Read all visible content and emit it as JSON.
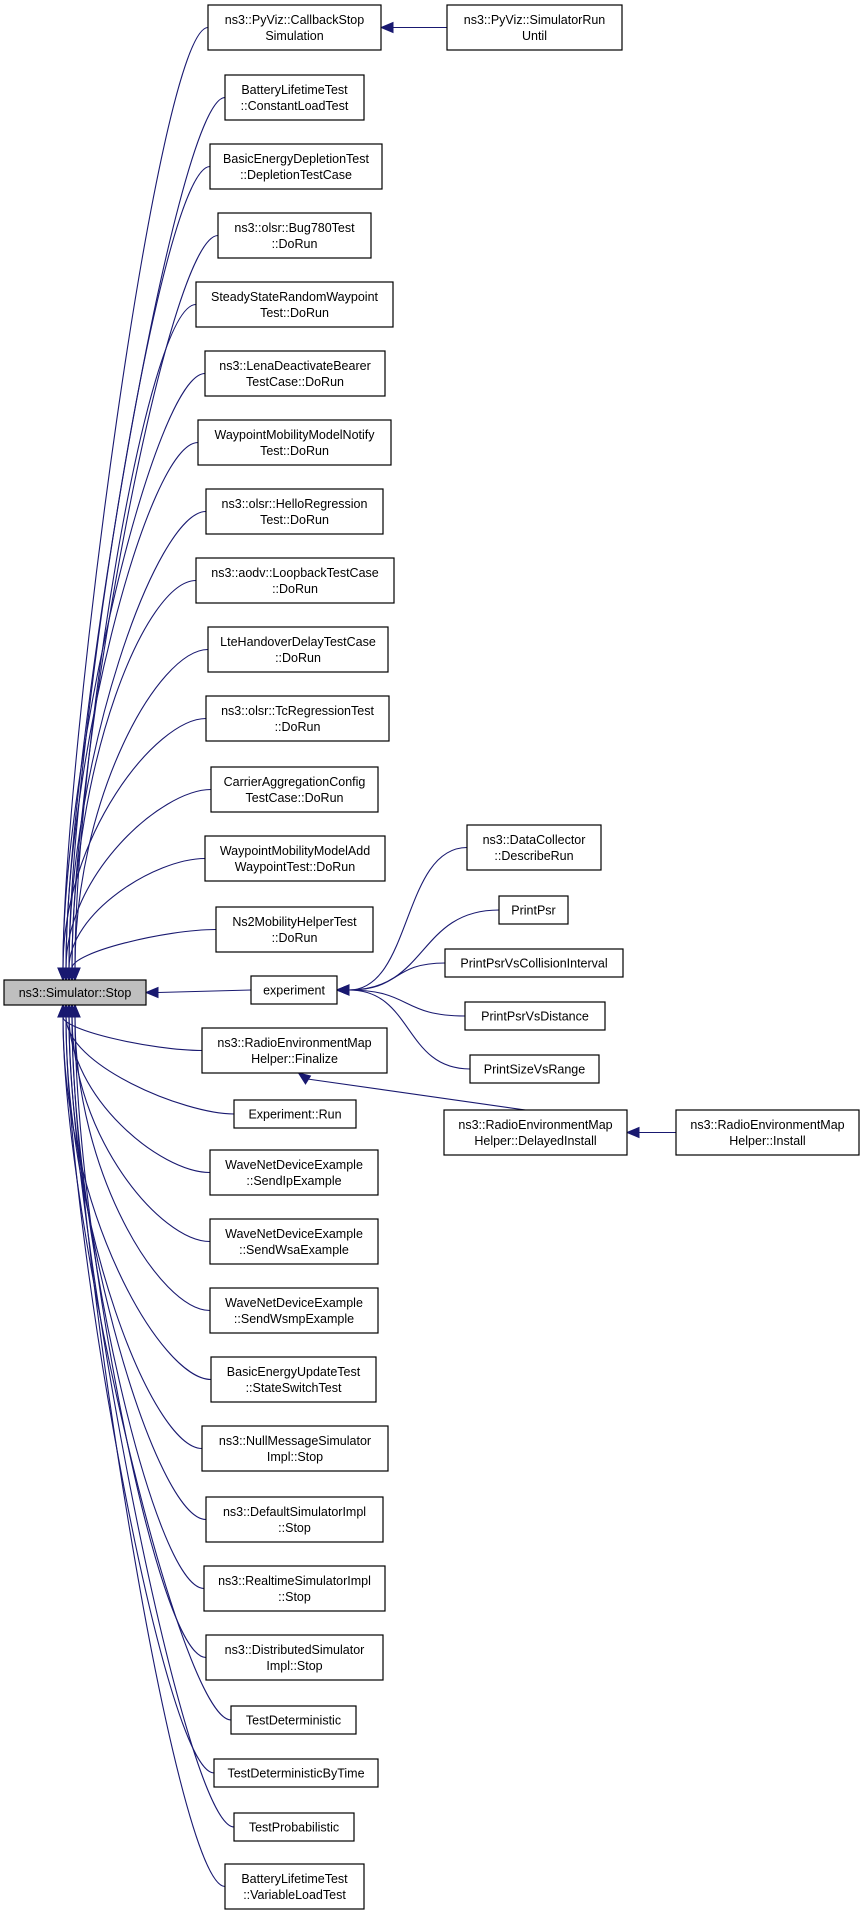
{
  "graph": {
    "nodes": [
      {
        "id": "stop",
        "lines": [
          "ns3::Simulator::Stop"
        ],
        "root": true
      },
      {
        "id": "pyviz_cb",
        "lines": [
          "ns3::PyViz::CallbackStop",
          "Simulation"
        ]
      },
      {
        "id": "pyviz_run",
        "lines": [
          "ns3::PyViz::SimulatorRun",
          "Until"
        ]
      },
      {
        "id": "battery_const",
        "lines": [
          "BatteryLifetimeTest",
          "::ConstantLoadTest"
        ]
      },
      {
        "id": "energy_depl",
        "lines": [
          "BasicEnergyDepletionTest",
          "::DepletionTestCase"
        ]
      },
      {
        "id": "olsr_bug780",
        "lines": [
          "ns3::olsr::Bug780Test",
          "::DoRun"
        ]
      },
      {
        "id": "steady_rwp",
        "lines": [
          "SteadyStateRandomWaypoint",
          "Test::DoRun"
        ]
      },
      {
        "id": "lena_deact",
        "lines": [
          "ns3::LenaDeactivateBearer",
          "TestCase::DoRun"
        ]
      },
      {
        "id": "wp_notify",
        "lines": [
          "WaypointMobilityModelNotify",
          "Test::DoRun"
        ]
      },
      {
        "id": "olsr_hello",
        "lines": [
          "ns3::olsr::HelloRegression",
          "Test::DoRun"
        ]
      },
      {
        "id": "aodv_loop",
        "lines": [
          "ns3::aodv::LoopbackTestCase",
          "::DoRun"
        ]
      },
      {
        "id": "lte_ho",
        "lines": [
          "LteHandoverDelayTestCase",
          "::DoRun"
        ]
      },
      {
        "id": "olsr_tc",
        "lines": [
          "ns3::olsr::TcRegressionTest",
          "::DoRun"
        ]
      },
      {
        "id": "carrier_agg",
        "lines": [
          "CarrierAggregationConfig",
          "TestCase::DoRun"
        ]
      },
      {
        "id": "wp_add",
        "lines": [
          "WaypointMobilityModelAdd",
          "WaypointTest::DoRun"
        ]
      },
      {
        "id": "ns2_mob",
        "lines": [
          "Ns2MobilityHelperTest",
          "::DoRun"
        ]
      },
      {
        "id": "experiment",
        "lines": [
          "experiment"
        ]
      },
      {
        "id": "dc_describe",
        "lines": [
          "ns3::DataCollector",
          "::DescribeRun"
        ]
      },
      {
        "id": "print_psr",
        "lines": [
          "PrintPsr"
        ]
      },
      {
        "id": "print_psr_ci",
        "lines": [
          "PrintPsrVsCollisionInterval"
        ]
      },
      {
        "id": "print_psr_dist",
        "lines": [
          "PrintPsrVsDistance"
        ]
      },
      {
        "id": "print_size",
        "lines": [
          "PrintSizeVsRange"
        ]
      },
      {
        "id": "rem_finalize",
        "lines": [
          "ns3::RadioEnvironmentMap",
          "Helper::Finalize"
        ]
      },
      {
        "id": "rem_delayed",
        "lines": [
          "ns3::RadioEnvironmentMap",
          "Helper::DelayedInstall"
        ]
      },
      {
        "id": "rem_install",
        "lines": [
          "ns3::RadioEnvironmentMap",
          "Helper::Install"
        ]
      },
      {
        "id": "exp_run",
        "lines": [
          "Experiment::Run"
        ]
      },
      {
        "id": "wave_ip",
        "lines": [
          "WaveNetDeviceExample",
          "::SendIpExample"
        ]
      },
      {
        "id": "wave_wsa",
        "lines": [
          "WaveNetDeviceExample",
          "::SendWsaExample"
        ]
      },
      {
        "id": "wave_wsmp",
        "lines": [
          "WaveNetDeviceExample",
          "::SendWsmpExample"
        ]
      },
      {
        "id": "energy_update",
        "lines": [
          "BasicEnergyUpdateTest",
          "::StateSwitchTest"
        ]
      },
      {
        "id": "nullmsg_stop",
        "lines": [
          "ns3::NullMessageSimulator",
          "Impl::Stop"
        ]
      },
      {
        "id": "default_stop",
        "lines": [
          "ns3::DefaultSimulatorImpl",
          "::Stop"
        ]
      },
      {
        "id": "realtime_stop",
        "lines": [
          "ns3::RealtimeSimulatorImpl",
          "::Stop"
        ]
      },
      {
        "id": "distrib_stop",
        "lines": [
          "ns3::DistributedSimulator",
          "Impl::Stop"
        ]
      },
      {
        "id": "test_det",
        "lines": [
          "TestDeterministic"
        ]
      },
      {
        "id": "test_det_time",
        "lines": [
          "TestDeterministicByTime"
        ]
      },
      {
        "id": "test_prob",
        "lines": [
          "TestProbabilistic"
        ]
      },
      {
        "id": "battery_var",
        "lines": [
          "BatteryLifetimeTest",
          "::VariableLoadTest"
        ]
      }
    ],
    "edges": [
      [
        "pyviz_cb",
        "stop"
      ],
      [
        "battery_const",
        "stop"
      ],
      [
        "energy_depl",
        "stop"
      ],
      [
        "olsr_bug780",
        "stop"
      ],
      [
        "steady_rwp",
        "stop"
      ],
      [
        "lena_deact",
        "stop"
      ],
      [
        "wp_notify",
        "stop"
      ],
      [
        "olsr_hello",
        "stop"
      ],
      [
        "aodv_loop",
        "stop"
      ],
      [
        "lte_ho",
        "stop"
      ],
      [
        "olsr_tc",
        "stop"
      ],
      [
        "carrier_agg",
        "stop"
      ],
      [
        "wp_add",
        "stop"
      ],
      [
        "ns2_mob",
        "stop"
      ],
      [
        "experiment",
        "stop"
      ],
      [
        "rem_finalize",
        "stop"
      ],
      [
        "exp_run",
        "stop"
      ],
      [
        "wave_ip",
        "stop"
      ],
      [
        "wave_wsa",
        "stop"
      ],
      [
        "wave_wsmp",
        "stop"
      ],
      [
        "energy_update",
        "stop"
      ],
      [
        "nullmsg_stop",
        "stop"
      ],
      [
        "default_stop",
        "stop"
      ],
      [
        "realtime_stop",
        "stop"
      ],
      [
        "distrib_stop",
        "stop"
      ],
      [
        "test_det",
        "stop"
      ],
      [
        "test_det_time",
        "stop"
      ],
      [
        "test_prob",
        "stop"
      ],
      [
        "battery_var",
        "stop"
      ],
      [
        "pyviz_run",
        "pyviz_cb"
      ],
      [
        "dc_describe",
        "experiment"
      ],
      [
        "print_psr",
        "experiment"
      ],
      [
        "print_psr_ci",
        "experiment"
      ],
      [
        "print_psr_dist",
        "experiment"
      ],
      [
        "print_size",
        "experiment"
      ],
      [
        "rem_delayed",
        "rem_finalize"
      ],
      [
        "rem_install",
        "rem_delayed"
      ]
    ]
  },
  "colors": {
    "edge": "#191970",
    "root_fill": "#bfbfbf",
    "node_fill": "#ffffff",
    "node_border": "#000000"
  }
}
